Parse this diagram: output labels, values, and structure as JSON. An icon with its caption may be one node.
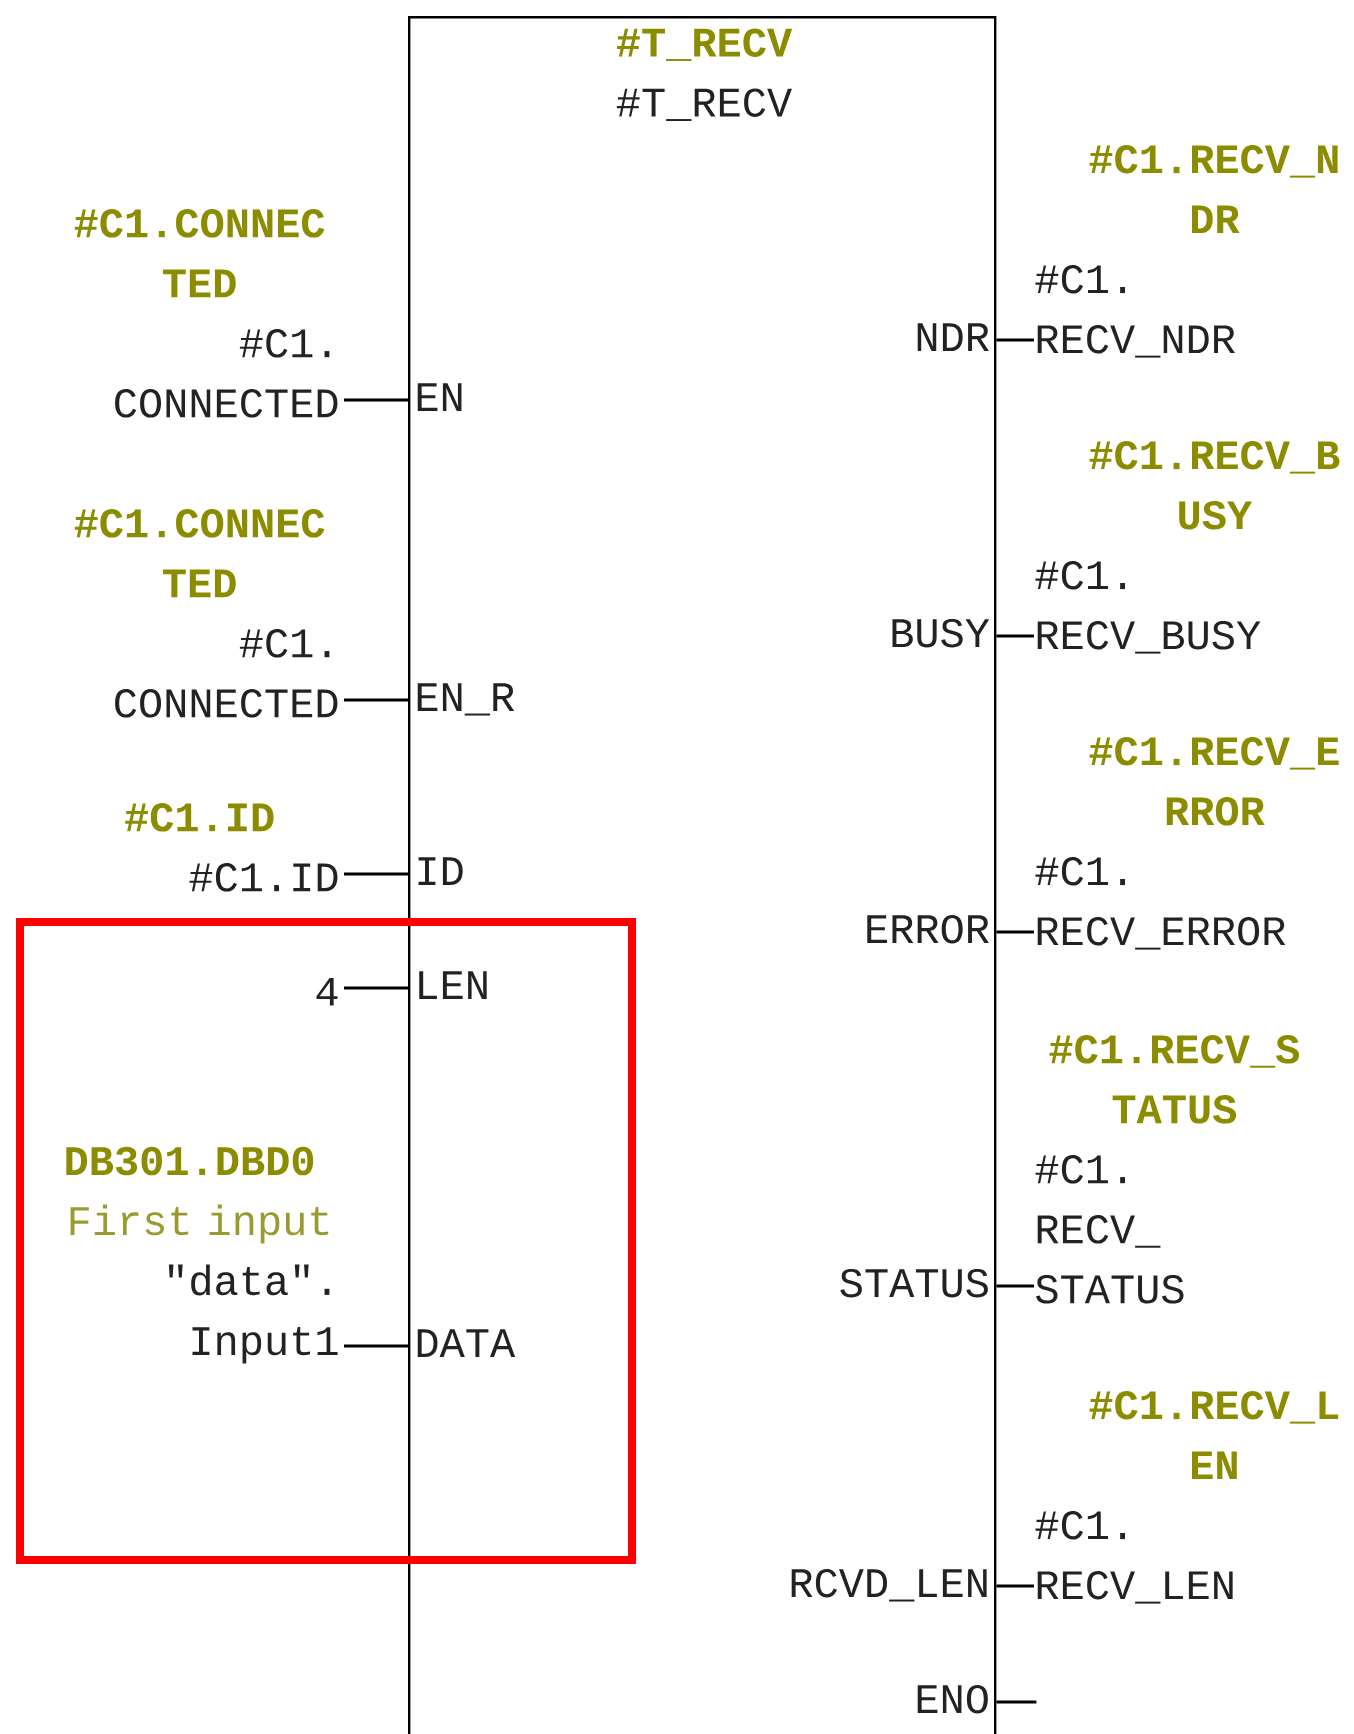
{
  "diagram": {
    "nodes": [
      {
        "text": [
          "#T_RECV",
          "#T_RECV"
        ]
      },
      {
        "text": [
          "EN"
        ],
        "in": 0
      },
      {
        "text": [
          "EN_R"
        ],
        "in": 0
      },
      {
        "text": [
          "ID"
        ],
        "in": 0
      },
      {
        "text": [
          "LEN"
        ],
        "in": 0
      },
      {
        "text": [
          "DATA"
        ],
        "in": 0
      },
      {
        "text": [
          "NDR"
        ],
        "in": 0
      },
      {
        "text": [
          "BUSY"
        ],
        "in": 0
      },
      {
        "text": [
          "ERROR"
        ],
        "in": 0
      },
      {
        "text": [
          "STATUS"
        ],
        "in": 0
      },
      {
        "text": [
          "RCVD_LEN"
        ],
        "in": 0
      },
      {
        "text": [
          "ENO"
        ],
        "in": 0
      },
      {
        "text": [
          "#C1.CONNEC TED",
          "#C1. CONNECTED"
        ]
      },
      {
        "text": [
          "#C1.CONNEC TED",
          "#C1. CONNECTED"
        ]
      },
      {
        "text": [
          "#C1.ID",
          "#C1.ID"
        ]
      },
      {
        "text": [
          "4"
        ]
      },
      {
        "text": [
          "DB301.DBD0",
          "First input",
          "\"data\". Input1"
        ]
      },
      {
        "text": [
          "#C1.RECV_N DR",
          "#C1. RECV_NDR"
        ]
      },
      {
        "text": [
          "#C1.RECV_B USY",
          "#C1. RECV_BUSY"
        ]
      },
      {
        "text": [
          "#C1.RECV_E RROR",
          "#C1. RECV_ERROR"
        ]
      },
      {
        "text": [
          "#C1.RECV_S TATUS",
          "#C1. RECV_ STATUS"
        ]
      },
      {
        "text": [
          "#C1.RECV_L EN",
          "#C1. RECV_LEN"
        ]
      }
    ],
    "edges": [
      {
        "from": 12,
        "to": 1,
        "arrow": "none"
      },
      {
        "from": 13,
        "to": 2,
        "arrow": "none"
      },
      {
        "from": 14,
        "to": 3,
        "arrow": "none"
      },
      {
        "from": 15,
        "to": 4,
        "arrow": "none"
      },
      {
        "from": 16,
        "to": 5,
        "arrow": "none"
      },
      {
        "from": 6,
        "to": 17,
        "arrow": "none"
      },
      {
        "from": 7,
        "to": 18,
        "arrow": "none"
      },
      {
        "from": 8,
        "to": 19,
        "arrow": "none"
      },
      {
        "from": 9,
        "to": 20,
        "arrow": "none"
      },
      {
        "from": 10,
        "to": 21,
        "arrow": "none"
      },
      {
        "from": 11,
        "to": null,
        "arrow": "none"
      }
    ]
  }
}
